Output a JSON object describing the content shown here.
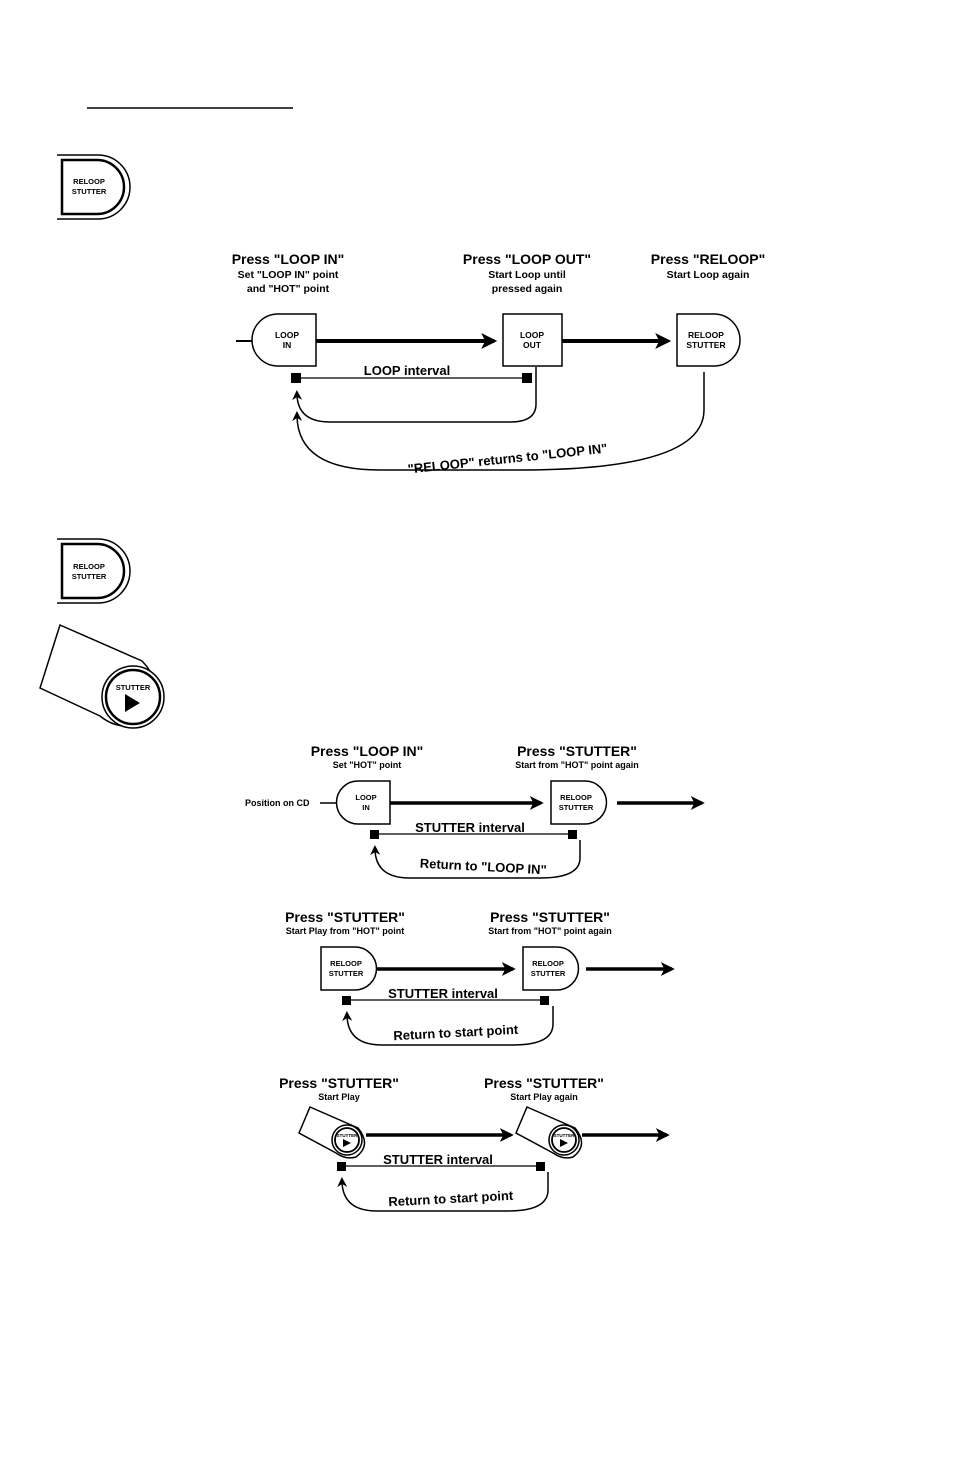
{
  "loop_diagram": {
    "step1": {
      "title": "Press \"LOOP IN\"",
      "sub1": "Set \"LOOP IN\" point",
      "sub2": "and \"HOT\" point"
    },
    "step2": {
      "title": "Press \"LOOP OUT\"",
      "sub1": "Start Loop until",
      "sub2": "pressed again"
    },
    "step3": {
      "title": "Press \"RELOOP\"",
      "sub1": "Start Loop again"
    },
    "loop_in_button": {
      "line1": "LOOP",
      "line2": "IN"
    },
    "loop_out_button": {
      "line1": "LOOP",
      "line2": "OUT"
    },
    "reloop_button": {
      "line1": "RELOOP",
      "line2": "STUTTER"
    },
    "interval_label": "LOOP interval",
    "return_label": "\"RELOOP\" returns to \"LOOP IN\""
  },
  "side_icons": {
    "reloop_icon_1": {
      "line1": "RELOOP",
      "line2": "STUTTER"
    },
    "reloop_icon_2": {
      "line1": "RELOOP",
      "line2": "STUTTER"
    },
    "stutter_icon": {
      "label": "STUTTER"
    }
  },
  "stutter_diagram_1": {
    "step1": {
      "title": "Press \"LOOP IN\"",
      "sub": "Set \"HOT\" point"
    },
    "step2": {
      "title": "Press \"STUTTER\"",
      "sub": "Start from \"HOT\" point again"
    },
    "position_label": "Position on CD",
    "loop_in_button": {
      "line1": "LOOP",
      "line2": "IN"
    },
    "reloop_button": {
      "line1": "RELOOP",
      "line2": "STUTTER"
    },
    "interval_label": "STUTTER interval",
    "return_label": "Return to \"LOOP IN\""
  },
  "stutter_diagram_2": {
    "step1": {
      "title": "Press \"STUTTER\"",
      "sub": "Start Play from \"HOT\" point"
    },
    "step2": {
      "title": "Press \"STUTTER\"",
      "sub": "Start from \"HOT\" point again"
    },
    "button_a": {
      "line1": "RELOOP",
      "line2": "STUTTER"
    },
    "button_b": {
      "line1": "RELOOP",
      "line2": "STUTTER"
    },
    "interval_label": "STUTTER interval",
    "return_label": "Return to start point"
  },
  "stutter_diagram_3": {
    "step1": {
      "title": "Press \"STUTTER\"",
      "sub": "Start Play"
    },
    "step2": {
      "title": "Press \"STUTTER\"",
      "sub": "Start Play again"
    },
    "button_a": {
      "label": "STUTTER"
    },
    "button_b": {
      "label": "STUTTER"
    },
    "interval_label": "STUTTER interval",
    "return_label": "Return to start point"
  }
}
